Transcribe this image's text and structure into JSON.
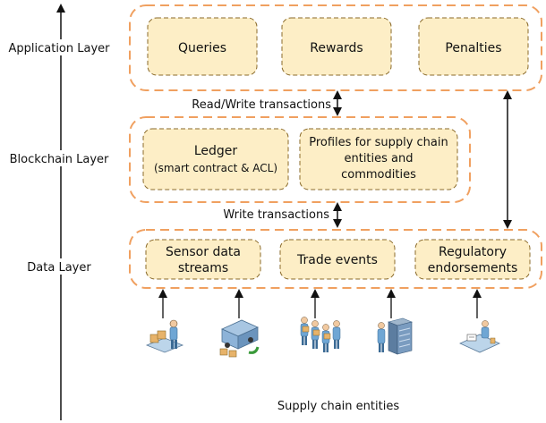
{
  "layers": {
    "application": "Application Layer",
    "blockchain": "Blockchain Layer",
    "data": "Data Layer"
  },
  "application_boxes": {
    "queries": "Queries",
    "rewards": "Rewards",
    "penalties": "Penalties"
  },
  "blockchain_boxes": {
    "ledger_title": "Ledger",
    "ledger_sub": "(smart contract & ACL)",
    "profiles_line1": "Profiles for supply chain",
    "profiles_line2": "entities and",
    "profiles_line3": "commodities"
  },
  "data_boxes": {
    "sensor_line1": "Sensor data",
    "sensor_line2": "streams",
    "trade": "Trade events",
    "regulatory_line1": "Regulatory",
    "regulatory_line2": "endorsements"
  },
  "arrows": {
    "read_write": "Read/Write transactions",
    "write": "Write transactions"
  },
  "entities_caption": "Supply chain entities",
  "colors": {
    "outer_dash": "#f0a060",
    "box_fill": "#fdeec6",
    "box_dash": "#8a6a2a"
  },
  "icons": [
    "warehouse-worker-icon",
    "delivery-truck-icon",
    "workers-group-icon",
    "server-rack-icon",
    "inspector-desk-icon"
  ]
}
